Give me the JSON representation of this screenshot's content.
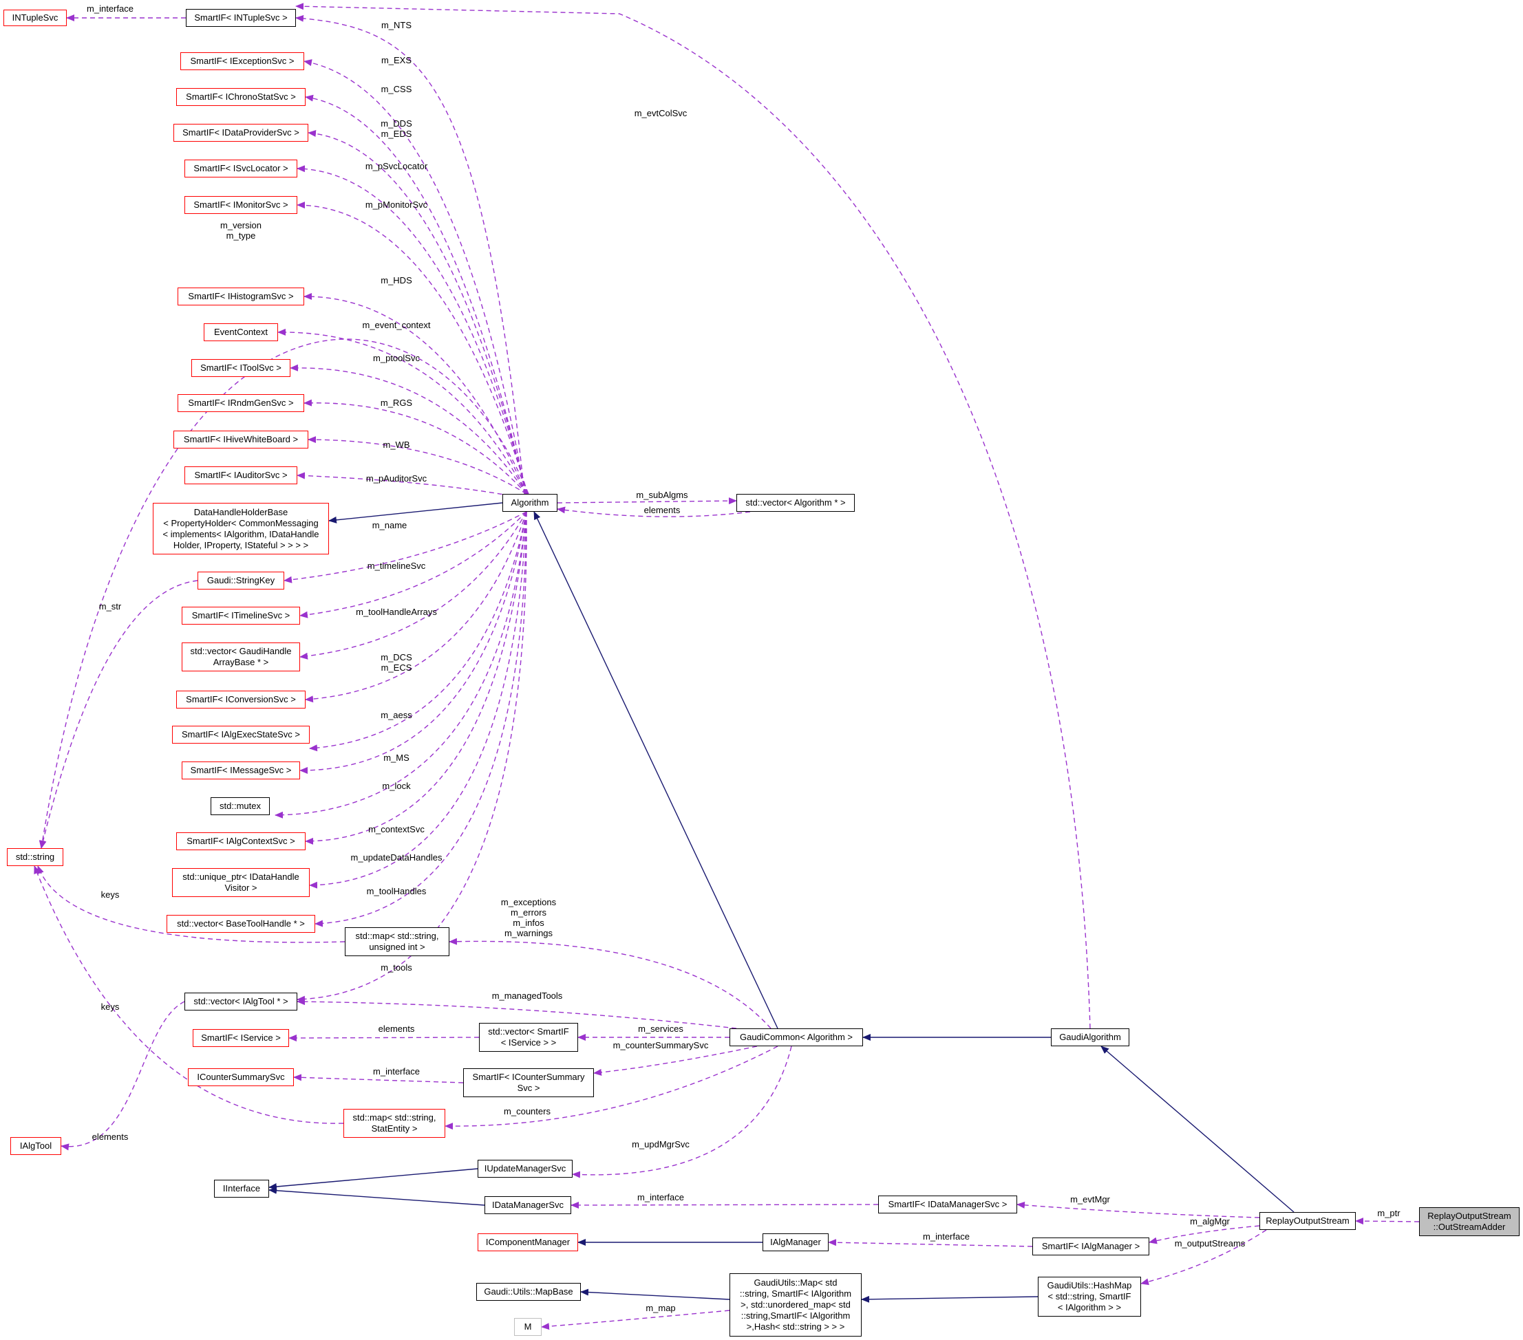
{
  "colors": {
    "composition": "#9a32cd",
    "inheritance": "#191970",
    "red_border": "#ff0000",
    "black_border": "#000000",
    "focus_fill": "#bfbfbf"
  },
  "nodes": [
    {
      "id": "INTupleSvc",
      "label": "INTupleSvc",
      "style": "red"
    },
    {
      "id": "SmartIF_INTupleSvc",
      "label": "SmartIF< INTupleSvc >",
      "style": "black"
    },
    {
      "id": "SmartIF_IExceptionSvc",
      "label": "SmartIF< IExceptionSvc >",
      "style": "red"
    },
    {
      "id": "SmartIF_IChronoStatSvc",
      "label": "SmartIF< IChronoStatSvc >",
      "style": "red"
    },
    {
      "id": "SmartIF_IDataProviderSvc",
      "label": "SmartIF< IDataProviderSvc >",
      "style": "red"
    },
    {
      "id": "SmartIF_ISvcLocator",
      "label": "SmartIF< ISvcLocator >",
      "style": "red"
    },
    {
      "id": "SmartIF_IMonitorSvc",
      "label": "SmartIF< IMonitorSvc >",
      "style": "red"
    },
    {
      "id": "SmartIF_IHistogramSvc",
      "label": "SmartIF< IHistogramSvc >",
      "style": "red"
    },
    {
      "id": "EventContext",
      "label": "EventContext",
      "style": "red"
    },
    {
      "id": "SmartIF_IToolSvc",
      "label": "SmartIF< IToolSvc >",
      "style": "red"
    },
    {
      "id": "SmartIF_IRndmGenSvc",
      "label": "SmartIF< IRndmGenSvc >",
      "style": "red"
    },
    {
      "id": "SmartIF_IHiveWhiteBoard",
      "label": "SmartIF< IHiveWhiteBoard >",
      "style": "red"
    },
    {
      "id": "SmartIF_IAuditorSvc",
      "label": "SmartIF< IAuditorSvc >",
      "style": "red"
    },
    {
      "id": "DataHandleHolderBase",
      "label": "DataHandleHolderBase\n< PropertyHolder< CommonMessaging\n< implements< IAlgorithm, IDataHandle\nHolder, IProperty, IStateful > > > >",
      "style": "red"
    },
    {
      "id": "Gaudi_StringKey",
      "label": "Gaudi::StringKey",
      "style": "red"
    },
    {
      "id": "SmartIF_ITimelineSvc",
      "label": "SmartIF< ITimelineSvc >",
      "style": "red"
    },
    {
      "id": "vector_GaudiHandleArrayBase",
      "label": "std::vector< GaudiHandle\nArrayBase * >",
      "style": "red"
    },
    {
      "id": "SmartIF_IConversionSvc",
      "label": "SmartIF< IConversionSvc >",
      "style": "red"
    },
    {
      "id": "SmartIF_IAlgExecStateSvc",
      "label": "SmartIF< IAlgExecStateSvc >",
      "style": "red"
    },
    {
      "id": "SmartIF_IMessageSvc",
      "label": "SmartIF< IMessageSvc >",
      "style": "red"
    },
    {
      "id": "std_mutex",
      "label": "std::mutex",
      "style": "black"
    },
    {
      "id": "SmartIF_IAlgContextSvc",
      "label": "SmartIF< IAlgContextSvc >",
      "style": "red"
    },
    {
      "id": "unique_ptr_IDataHandleVisitor",
      "label": "std::unique_ptr< IDataHandle\nVisitor >",
      "style": "red"
    },
    {
      "id": "vector_BaseToolHandle",
      "label": "std::vector< BaseToolHandle * >",
      "style": "red"
    },
    {
      "id": "std_string",
      "label": "std::string",
      "style": "red"
    },
    {
      "id": "map_string_uint",
      "label": "std::map< std::string,\nunsigned int >",
      "style": "black"
    },
    {
      "id": "vector_IAlgTool",
      "label": "std::vector< IAlgTool * >",
      "style": "black"
    },
    {
      "id": "SmartIF_IService",
      "label": "SmartIF< IService >",
      "style": "red"
    },
    {
      "id": "vector_SmartIF_IService",
      "label": "std::vector< SmartIF\n< IService > >",
      "style": "black"
    },
    {
      "id": "ICounterSummarySvc",
      "label": "ICounterSummarySvc",
      "style": "red"
    },
    {
      "id": "SmartIF_ICounterSummarySvc",
      "label": "SmartIF< ICounterSummary\nSvc >",
      "style": "black"
    },
    {
      "id": "map_string_StatEntity",
      "label": "std::map< std::string,\nStatEntity >",
      "style": "red"
    },
    {
      "id": "IAlgTool",
      "label": "IAlgTool",
      "style": "red"
    },
    {
      "id": "IInterface",
      "label": "IInterface",
      "style": "black"
    },
    {
      "id": "IUpdateManagerSvc",
      "label": "IUpdateManagerSvc",
      "style": "black"
    },
    {
      "id": "IDataManagerSvc",
      "label": "IDataManagerSvc",
      "style": "black"
    },
    {
      "id": "IComponentManager",
      "label": "IComponentManager",
      "style": "red"
    },
    {
      "id": "IAlgManager",
      "label": "IAlgManager",
      "style": "black"
    },
    {
      "id": "Gaudi_Utils_MapBase",
      "label": "Gaudi::Utils::MapBase",
      "style": "black"
    },
    {
      "id": "M",
      "label": "M",
      "style": "gray"
    },
    {
      "id": "GaudiUtils_Map",
      "label": "GaudiUtils::Map< std\n::string, SmartIF< IAlgorithm\n>, std::unordered_map< std\n::string,SmartIF< IAlgorithm\n>,Hash< std::string > > >",
      "style": "black"
    },
    {
      "id": "Algorithm",
      "label": "Algorithm",
      "style": "black"
    },
    {
      "id": "vector_Algorithm",
      "label": "std::vector< Algorithm * >",
      "style": "black"
    },
    {
      "id": "GaudiCommon_Algorithm",
      "label": "GaudiCommon< Algorithm >",
      "style": "black"
    },
    {
      "id": "GaudiAlgorithm",
      "label": "GaudiAlgorithm",
      "style": "black"
    },
    {
      "id": "SmartIF_IDataManagerSvc",
      "label": "SmartIF< IDataManagerSvc >",
      "style": "black"
    },
    {
      "id": "SmartIF_IAlgManager",
      "label": "SmartIF< IAlgManager >",
      "style": "black"
    },
    {
      "id": "GaudiUtils_HashMap",
      "label": "GaudiUtils::HashMap\n< std::string, SmartIF\n< IAlgorithm > >",
      "style": "black"
    },
    {
      "id": "ReplayOutputStream",
      "label": "ReplayOutputStream",
      "style": "black"
    },
    {
      "id": "OutStreamAdder",
      "label": "ReplayOutputStream\n::OutStreamAdder",
      "style": "focus"
    }
  ],
  "edges": [
    {
      "from": "SmartIF_INTupleSvc",
      "to": "INTupleSvc",
      "kind": "composition",
      "label": "m_interface"
    },
    {
      "from": "Algorithm",
      "to": "SmartIF_INTupleSvc",
      "kind": "composition",
      "label": "m_NTS"
    },
    {
      "from": "GaudiAlgorithm",
      "to": "SmartIF_INTupleSvc",
      "kind": "composition",
      "label": "m_evtColSvc"
    },
    {
      "from": "Algorithm",
      "to": "SmartIF_IExceptionSvc",
      "kind": "composition",
      "label": "m_EXS"
    },
    {
      "from": "Algorithm",
      "to": "SmartIF_IChronoStatSvc",
      "kind": "composition",
      "label": "m_CSS"
    },
    {
      "from": "Algorithm",
      "to": "SmartIF_IDataProviderSvc",
      "kind": "composition",
      "label": "m_DDS\nm_EDS"
    },
    {
      "from": "Algorithm",
      "to": "SmartIF_ISvcLocator",
      "kind": "composition",
      "label": "m_pSvcLocator"
    },
    {
      "from": "Algorithm",
      "to": "SmartIF_IMonitorSvc",
      "kind": "composition",
      "label": "m_pMonitorSvc"
    },
    {
      "from": "Algorithm",
      "to": "std_string",
      "kind": "composition",
      "label": "m_version\nm_type"
    },
    {
      "from": "Algorithm",
      "to": "SmartIF_IHistogramSvc",
      "kind": "composition",
      "label": "m_HDS"
    },
    {
      "from": "Algorithm",
      "to": "EventContext",
      "kind": "composition",
      "label": "m_event_context"
    },
    {
      "from": "Algorithm",
      "to": "SmartIF_IToolSvc",
      "kind": "composition",
      "label": "m_ptoolSvc"
    },
    {
      "from": "Algorithm",
      "to": "SmartIF_IRndmGenSvc",
      "kind": "composition",
      "label": "m_RGS"
    },
    {
      "from": "Algorithm",
      "to": "SmartIF_IHiveWhiteBoard",
      "kind": "composition",
      "label": "m_WB"
    },
    {
      "from": "Algorithm",
      "to": "SmartIF_IAuditorSvc",
      "kind": "composition",
      "label": "m_pAuditorSvc"
    },
    {
      "from": "Algorithm",
      "to": "DataHandleHolderBase",
      "kind": "inheritance",
      "label": ""
    },
    {
      "from": "Algorithm",
      "to": "Gaudi_StringKey",
      "kind": "composition",
      "label": "m_name"
    },
    {
      "from": "Algorithm",
      "to": "SmartIF_ITimelineSvc",
      "kind": "composition",
      "label": "m_timelineSvc"
    },
    {
      "from": "Algorithm",
      "to": "vector_GaudiHandleArrayBase",
      "kind": "composition",
      "label": "m_toolHandleArrays"
    },
    {
      "from": "Algorithm",
      "to": "SmartIF_IConversionSvc",
      "kind": "composition",
      "label": "m_DCS\nm_ECS"
    },
    {
      "from": "Algorithm",
      "to": "SmartIF_IAlgExecStateSvc",
      "kind": "composition",
      "label": "m_aess"
    },
    {
      "from": "Algorithm",
      "to": "SmartIF_IMessageSvc",
      "kind": "composition",
      "label": "m_MS"
    },
    {
      "from": "Algorithm",
      "to": "std_mutex",
      "kind": "composition",
      "label": "m_lock"
    },
    {
      "from": "Algorithm",
      "to": "SmartIF_IAlgContextSvc",
      "kind": "composition",
      "label": "m_contextSvc"
    },
    {
      "from": "Algorithm",
      "to": "unique_ptr_IDataHandleVisitor",
      "kind": "composition",
      "label": "m_updateDataHandles"
    },
    {
      "from": "Algorithm",
      "to": "vector_BaseToolHandle",
      "kind": "composition",
      "label": "m_toolHandles"
    },
    {
      "from": "Algorithm",
      "to": "vector_IAlgTool",
      "kind": "composition",
      "label": "m_tools"
    },
    {
      "from": "Algorithm",
      "to": "vector_Algorithm",
      "kind": "composition",
      "label": "m_subAlgms"
    },
    {
      "from": "vector_Algorithm",
      "to": "Algorithm",
      "kind": "composition",
      "label": "elements"
    },
    {
      "from": "Gaudi_StringKey",
      "to": "std_string",
      "kind": "composition",
      "label": "m_str"
    },
    {
      "from": "map_string_uint",
      "to": "std_string",
      "kind": "composition",
      "label": "keys"
    },
    {
      "from": "map_string_StatEntity",
      "to": "std_string",
      "kind": "composition",
      "label": "keys"
    },
    {
      "from": "vector_IAlgTool",
      "to": "IAlgTool",
      "kind": "composition",
      "label": "elements"
    },
    {
      "from": "vector_SmartIF_IService",
      "to": "SmartIF_IService",
      "kind": "composition",
      "label": "elements"
    },
    {
      "from": "SmartIF_ICounterSummarySvc",
      "to": "ICounterSummarySvc",
      "kind": "composition",
      "label": "m_interface"
    },
    {
      "from": "GaudiCommon_Algorithm",
      "to": "map_string_uint",
      "kind": "composition",
      "label": "m_exceptions\nm_errors\nm_infos\nm_warnings"
    },
    {
      "from": "GaudiCommon_Algorithm",
      "to": "vector_IAlgTool",
      "kind": "composition",
      "label": "m_managedTools"
    },
    {
      "from": "GaudiCommon_Algorithm",
      "to": "vector_SmartIF_IService",
      "kind": "composition",
      "label": "m_services"
    },
    {
      "from": "GaudiCommon_Algorithm",
      "to": "SmartIF_ICounterSummarySvc",
      "kind": "composition",
      "label": "m_counterSummarySvc"
    },
    {
      "from": "GaudiCommon_Algorithm",
      "to": "map_string_StatEntity",
      "kind": "composition",
      "label": "m_counters"
    },
    {
      "from": "GaudiCommon_Algorithm",
      "to": "IUpdateManagerSvc",
      "kind": "composition",
      "label": "m_updMgrSvc"
    },
    {
      "from": "GaudiCommon_Algorithm",
      "to": "Algorithm",
      "kind": "inheritance",
      "label": ""
    },
    {
      "from": "GaudiAlgorithm",
      "to": "GaudiCommon_Algorithm",
      "kind": "inheritance",
      "label": ""
    },
    {
      "from": "IUpdateManagerSvc",
      "to": "IInterface",
      "kind": "inheritance",
      "label": ""
    },
    {
      "from": "IDataManagerSvc",
      "to": "IInterface",
      "kind": "inheritance",
      "label": ""
    },
    {
      "from": "SmartIF_IDataManagerSvc",
      "to": "IDataManagerSvc",
      "kind": "composition",
      "label": "m_interface"
    },
    {
      "from": "IAlgManager",
      "to": "IComponentManager",
      "kind": "inheritance",
      "label": ""
    },
    {
      "from": "SmartIF_IAlgManager",
      "to": "IAlgManager",
      "kind": "composition",
      "label": "m_interface"
    },
    {
      "from": "GaudiUtils_Map",
      "to": "Gaudi_Utils_MapBase",
      "kind": "inheritance",
      "label": ""
    },
    {
      "from": "GaudiUtils_Map",
      "to": "M",
      "kind": "composition",
      "label": "m_map"
    },
    {
      "from": "GaudiUtils_HashMap",
      "to": "GaudiUtils_Map",
      "kind": "inheritance",
      "label": ""
    },
    {
      "from": "ReplayOutputStream",
      "to": "GaudiAlgorithm",
      "kind": "inheritance",
      "label": ""
    },
    {
      "from": "ReplayOutputStream",
      "to": "SmartIF_IDataManagerSvc",
      "kind": "composition",
      "label": "m_evtMgr"
    },
    {
      "from": "ReplayOutputStream",
      "to": "SmartIF_IAlgManager",
      "kind": "composition",
      "label": "m_algMgr"
    },
    {
      "from": "ReplayOutputStream",
      "to": "GaudiUtils_HashMap",
      "kind": "composition",
      "label": "m_outputStreams"
    },
    {
      "from": "OutStreamAdder",
      "to": "ReplayOutputStream",
      "kind": "composition",
      "label": "m_ptr"
    }
  ]
}
